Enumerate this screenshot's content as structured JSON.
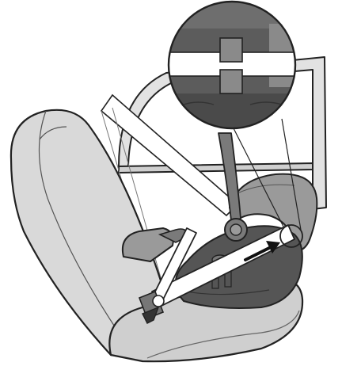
{
  "illustration": {
    "colors": {
      "seat_light": "#d9d9d9",
      "seat_mid": "#c4c4c4",
      "seat_dark": "#a8a8a8",
      "carrier_dark": "#555555",
      "carrier_mid": "#7a7a7a",
      "carrier_light": "#9a9a9a",
      "belt": "#ffffff",
      "outline": "#222222",
      "arrow": "#111111"
    },
    "icons": [
      "vehicle-seat",
      "infant-carrier",
      "seat-belt",
      "belt-direction-arrow",
      "belt-guide-zoom"
    ]
  }
}
